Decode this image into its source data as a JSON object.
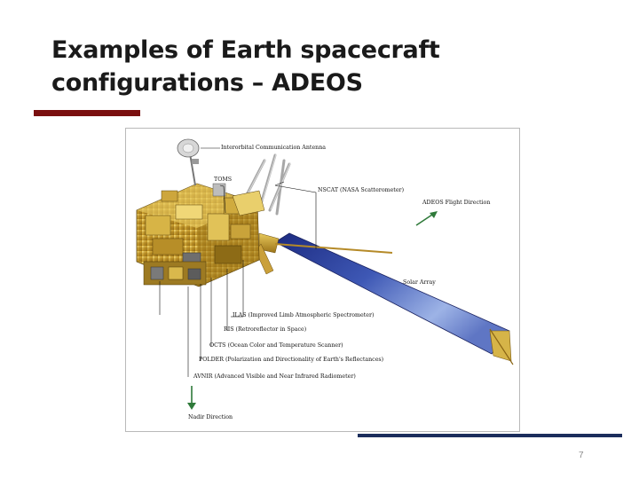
{
  "slide": {
    "title_line1": "Examples of Earth spacecraft",
    "title_line2": "configurations – ADEOS",
    "page_number": "7",
    "accent_red": "#7a0f0f",
    "accent_navy": "#1b2d5c"
  },
  "figure": {
    "labels": {
      "antenna": "Interorbital Communication Antenna",
      "toms": "TOMS",
      "nscat": "NSCAT (NASA Scatterometer)",
      "flight": "ADEOS Flight Direction",
      "solar": "Solar Array",
      "ilas": "ILAS (Improved Limb Atmospheric Spectrometer)",
      "ris": "RIS (Retroreflector in Space)",
      "octs": "OCTS (Ocean Color and Temperature Scanner)",
      "polder": "POLDER (Polarization and Directionality of Earth's Reflectances)",
      "avnir": "AVNIR (Advanced Visible and Near Infrared Radiometer)",
      "nadir": "Nadir Direction"
    },
    "arrow_color": "#2f7a3a"
  }
}
